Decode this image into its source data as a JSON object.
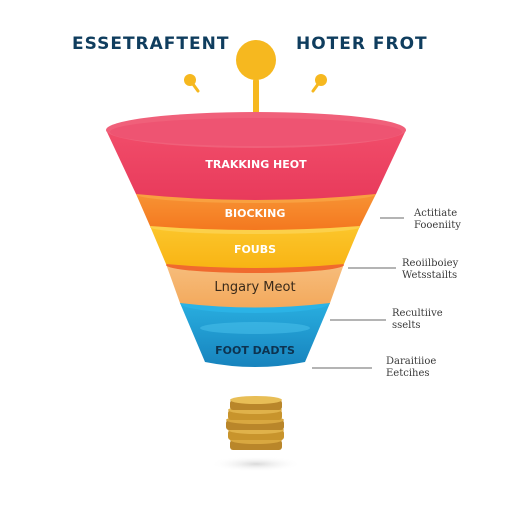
{
  "header": {
    "left_title": "ESSETRAFTENT",
    "right_title": "HOTER FROT"
  },
  "colors": {
    "title": "#0f3d5e",
    "tier_red": "#ef4565",
    "tier_orange": "#f7862a",
    "tier_yellow": "#fbbd1e",
    "tier_peach": "#f6b36c",
    "tier_blue": "#1e9ad2",
    "bulb": "#f6b81f",
    "coin": "#c8942c"
  },
  "icons": [
    "lightbulb-icon",
    "coin-stack-icon"
  ],
  "funnel": {
    "tiers": [
      {
        "label": "TRAKKING HEOT"
      },
      {
        "label": "BIOCKING"
      },
      {
        "label": "FOUBS"
      },
      {
        "label": "Lngary Meot"
      },
      {
        "label": "FOOT DADTS"
      }
    ]
  },
  "annotations": [
    {
      "line1": "Actitiate",
      "line2": "Fooeniity"
    },
    {
      "line1": "Reoiilboiey",
      "line2": "Wetsstailts"
    },
    {
      "line1": "Recultiive",
      "line2": "sselts"
    },
    {
      "line1": "Daraitiioe",
      "line2": "Eetcihes"
    }
  ]
}
